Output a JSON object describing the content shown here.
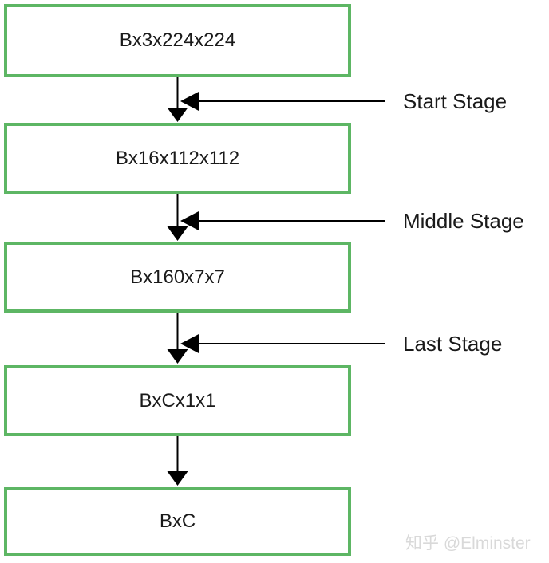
{
  "diagram": {
    "boxes": [
      {
        "label": "Bx3x224x224"
      },
      {
        "label": "Bx16x112x112"
      },
      {
        "label": "Bx160x7x7"
      },
      {
        "label": "BxCx1x1"
      },
      {
        "label": "BxC"
      }
    ],
    "stage_labels": [
      {
        "label": "Start Stage"
      },
      {
        "label": "Middle Stage"
      },
      {
        "label": "Last Stage"
      }
    ],
    "colors": {
      "box_border": "#5db664",
      "box_fill": "#ffffff",
      "arrow": "#000000",
      "text": "#1a1a1a",
      "watermark": "#d9d9d9"
    }
  },
  "watermark": {
    "text": "知乎 @Elminster"
  }
}
